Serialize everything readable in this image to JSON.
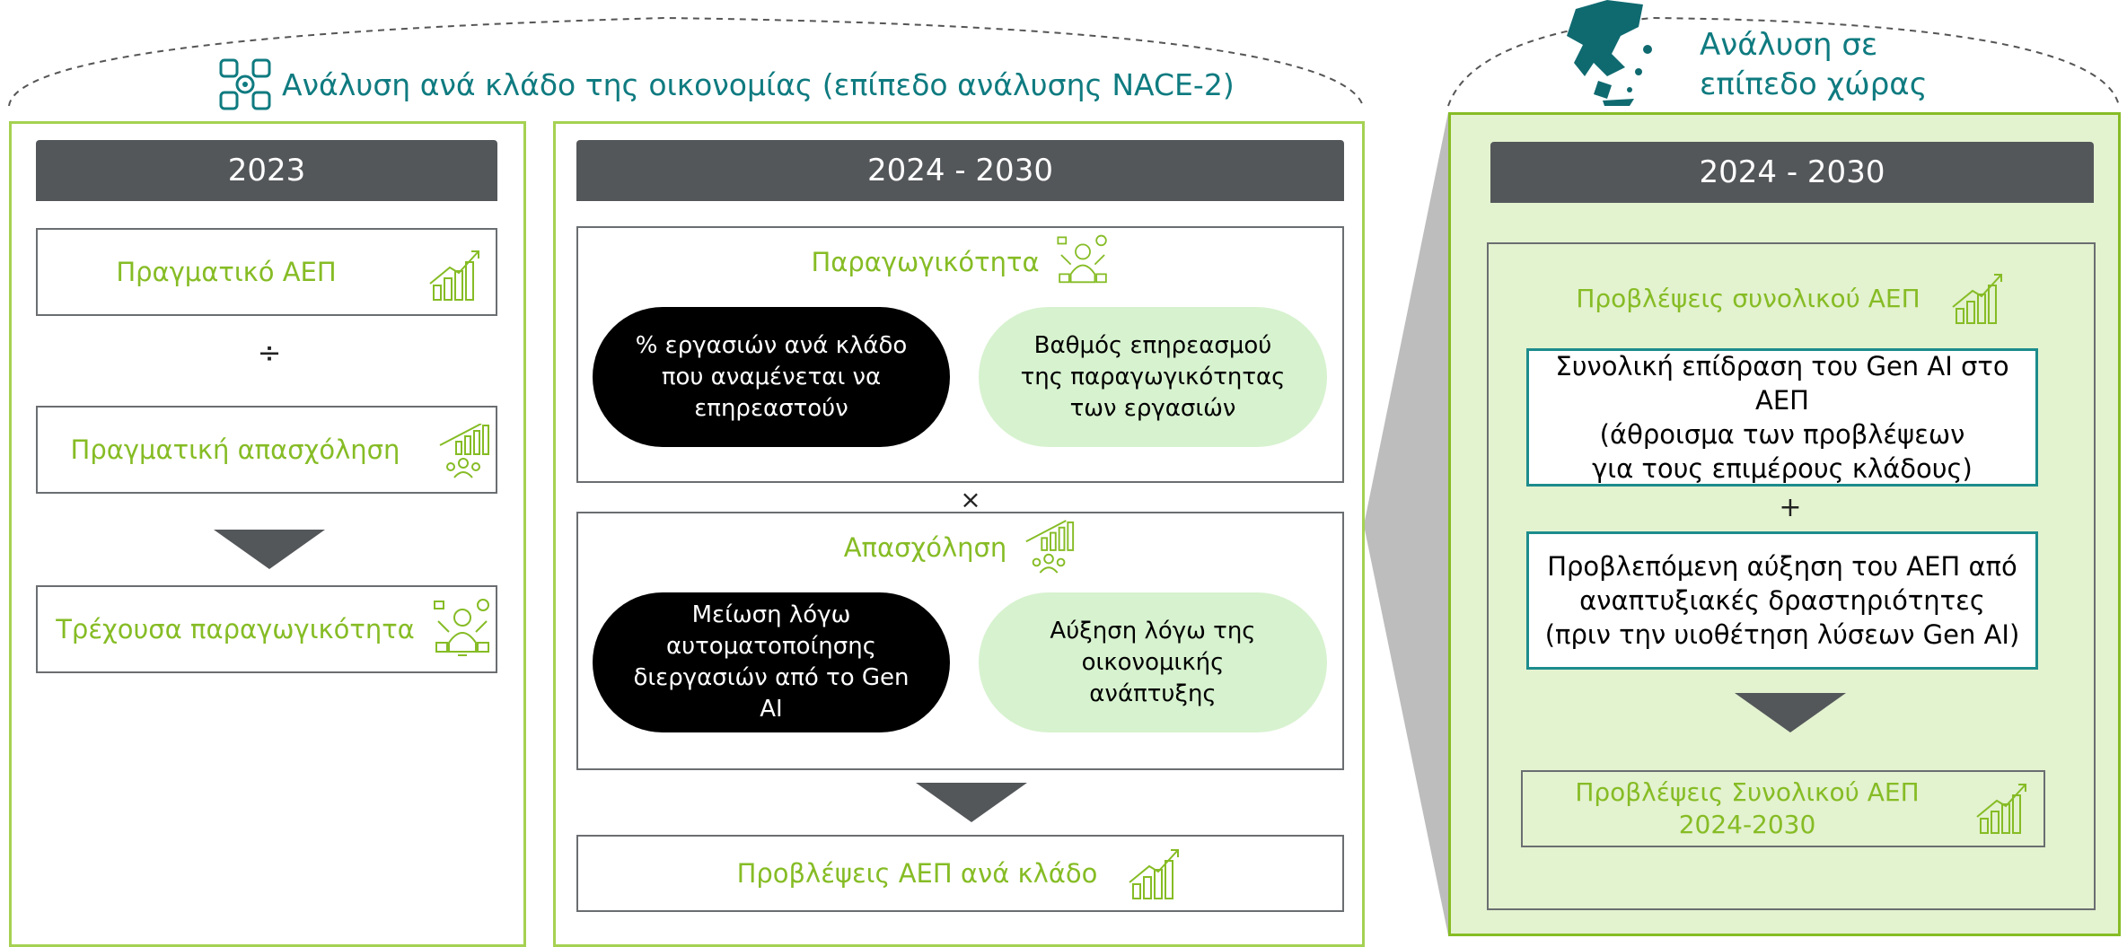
{
  "colors": {
    "accent_green": "#86bc25",
    "teal": "#0f7b80",
    "dark_header": "#54575a",
    "light_green_fill": "#d7f2cf",
    "panel_fill": "#e3f2cf"
  },
  "left_section": {
    "title": "Ανάλυση ανά κλάδο της οικονομίας (επίπεδο ανάλυσης NACE-2)",
    "title_icon": "industry-sectors-icon"
  },
  "right_section": {
    "title_line1": "Ανάλυση σε",
    "title_line2": "επίπεδο χώρας",
    "title_icon": "greece-map-icon"
  },
  "panel_2023": {
    "header": "2023",
    "real_gdp": "Πραγματικό ΑΕΠ",
    "divide_op": "÷",
    "real_employment": "Πραγματική απασχόληση",
    "current_productivity": "Τρέχουσα παραγωγικότητα"
  },
  "panel_2024": {
    "header": "2024 - 2030",
    "productivity": {
      "title": "Παραγωγικότητα",
      "pill_black": "% εργασιών ανά κλάδο που αναμένεται να επηρεαστούν",
      "pill_green": "Βαθμός επηρεασμού της παραγωγικότητας των εργασιών"
    },
    "multiply_op": "×",
    "employment": {
      "title": "Απασχόληση",
      "pill_black": "Μείωση λόγω αυτοματοποίησης διεργασιών από το Gen AI",
      "pill_green": "Αύξηση λόγω της οικονομικής ανάπτυξης"
    },
    "sector_gdp_forecast": "Προβλέψεις ΑΕΠ ανά κλάδο"
  },
  "panel_country": {
    "header": "2024 - 2030",
    "total_gdp_forecast_title": "Προβλέψεις συνολικού ΑΕΠ",
    "box1_bold": "Συνολική επίδραση του Gen AI στο ΑΕΠ",
    "box1_line2": "(άθροισμα των προβλέψεων",
    "box1_line3": "για τους επιμέρους κλάδους)",
    "plus_op": "+",
    "box2_bold1": "Προβλεπόμενη αύξηση του ΑΕΠ από",
    "box2_bold2": "αναπτυξιακές δραστηριότητες",
    "box2_line3": "(πριν την υιοθέτηση λύσεων Gen AI)",
    "final_line1": "Προβλέψεις Συνολικού ΑΕΠ",
    "final_line2": "2024-2030"
  }
}
